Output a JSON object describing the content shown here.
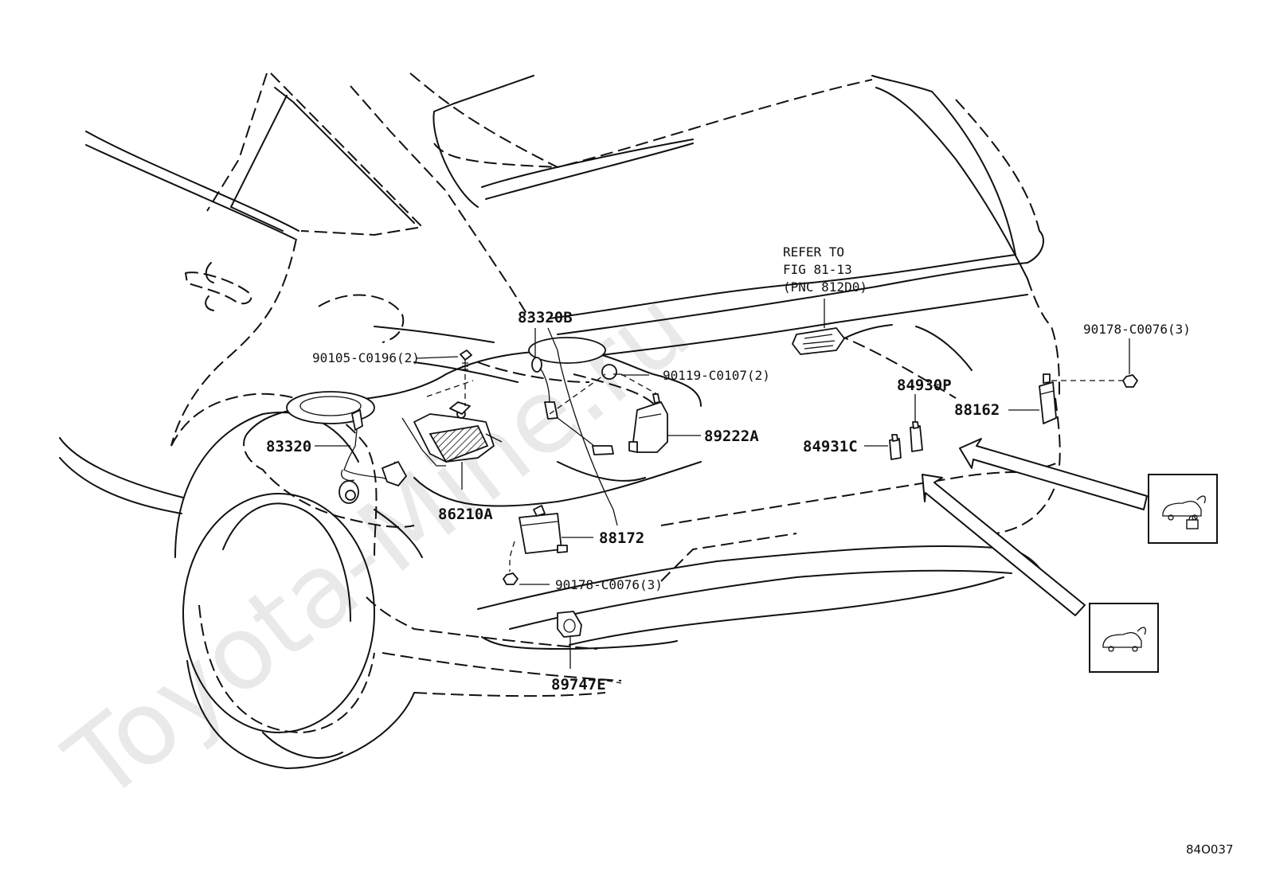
{
  "watermark": "Toyota-Mine.ru",
  "figure_id": "84O037",
  "reference_note": {
    "line1": "REFER TO",
    "line2": "FIG 81-13",
    "line3": "(PNC 812D0)"
  },
  "parts": {
    "p83320B": "83320B",
    "p90105": "90105-C0196(2)",
    "p90119": "90119-C0107(2)",
    "p83320": "83320",
    "p89222A": "89222A",
    "p86210A": "86210A",
    "p88172": "88172",
    "p90178a": "90178-C0076(3)",
    "p89747E": "89747E",
    "p84930P": "84930P",
    "p84931C": "84931C",
    "p88162": "88162",
    "p90178b": "90178-C0076(3)"
  },
  "icons": {
    "top": "vehicle-rear-lock-icon",
    "bottom": "vehicle-rear-icon"
  }
}
